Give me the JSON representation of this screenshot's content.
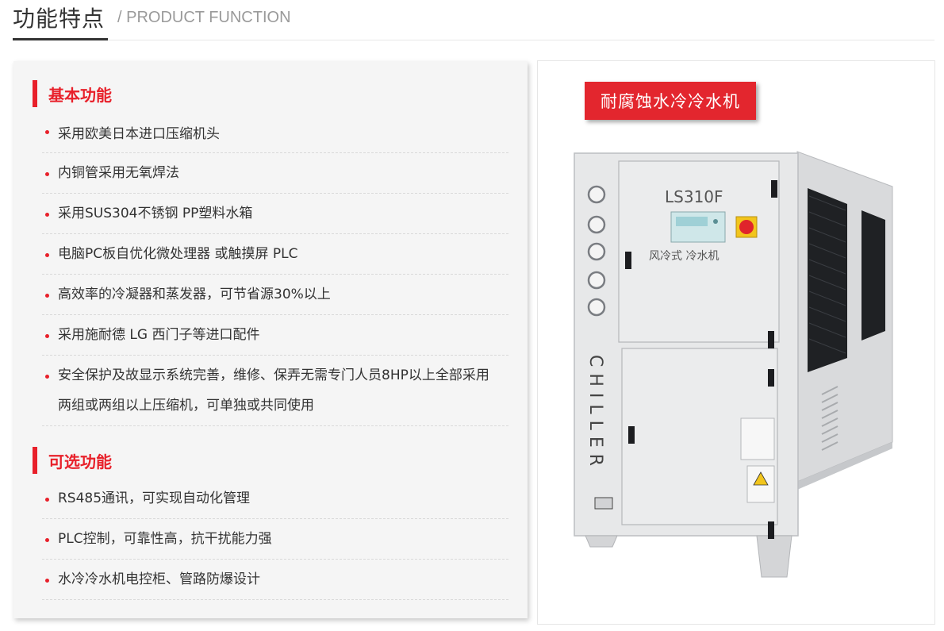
{
  "header": {
    "title": "功能特点",
    "subtitle": "/ PRODUCT FUNCTION"
  },
  "basic": {
    "title": "基本功能",
    "items": [
      "采用欧美日本进口压缩机头",
      "内铜管采用无氧焊法",
      "采用SUS304不锈钢 PP塑料水箱",
      "电脑PC板自优化微处理器 或触摸屏 PLC",
      "高效率的冷凝器和蒸发器，可节省源30%以上",
      "采用施耐德 LG 西门子等进口配件",
      "安全保护及故显示系统完善，维修、保弄无需专门人员8HP以上全部采用",
      "两组或两组以上压缩机，可单独或共同使用"
    ]
  },
  "optional": {
    "title": "可选功能",
    "items": [
      "RS485通讯，可实现自动化管理",
      "PLC控制，可靠性高，抗干扰能力强",
      "水冷冷水机电控柜、管路防爆设计"
    ]
  },
  "product": {
    "badge": "耐腐蚀水冷冷水机",
    "model": "LS310F",
    "panel_label": "风冷式 冷水机",
    "side_text": "CHILLER"
  },
  "colors": {
    "accent": "#e8202a",
    "card_bg": "#f5f5f5"
  }
}
